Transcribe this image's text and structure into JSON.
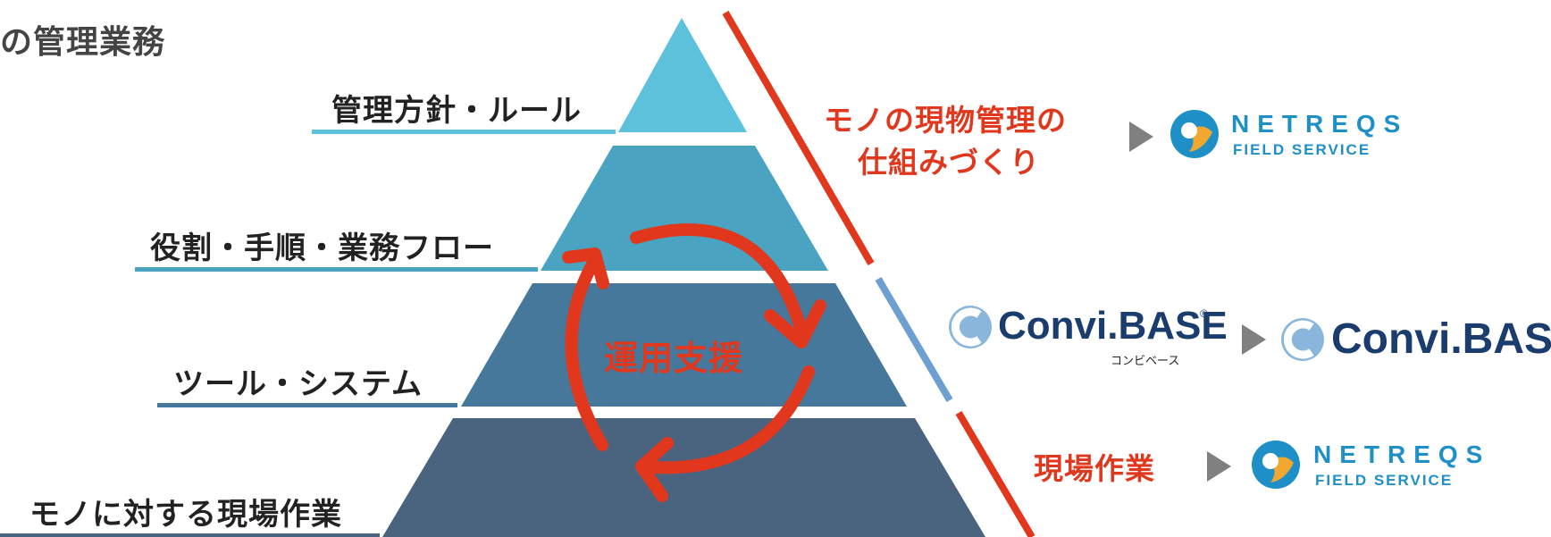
{
  "title": "の管理業務",
  "levels": [
    {
      "label": "管理方針・ルール",
      "color": "#5dc1dc"
    },
    {
      "label": "役割・手順・業務フロー",
      "color": "#4aa3c1"
    },
    {
      "label": "ツール・システム",
      "color": "#46789b"
    },
    {
      "label": "モノに対する現場作業",
      "color": "#4a6480"
    }
  ],
  "cycle_label": "運用支援",
  "right": {
    "top_text": [
      "モノの現物管理の",
      "仕組みづくり"
    ],
    "bottom_text": "現場作業",
    "netreqs": {
      "top": "NETREQS",
      "bottom": "FIELD SERVICE"
    },
    "convi": {
      "name": "Convi.BASE",
      "registered": "®",
      "kana": "コンビベース"
    }
  },
  "colors": {
    "accent_red": "#e0371d",
    "divider_blue": "#6e9fd1",
    "arrow_gray": "#808080",
    "brand_blue": "#1f8fc8",
    "convi_navy": "#1a3d6e"
  }
}
